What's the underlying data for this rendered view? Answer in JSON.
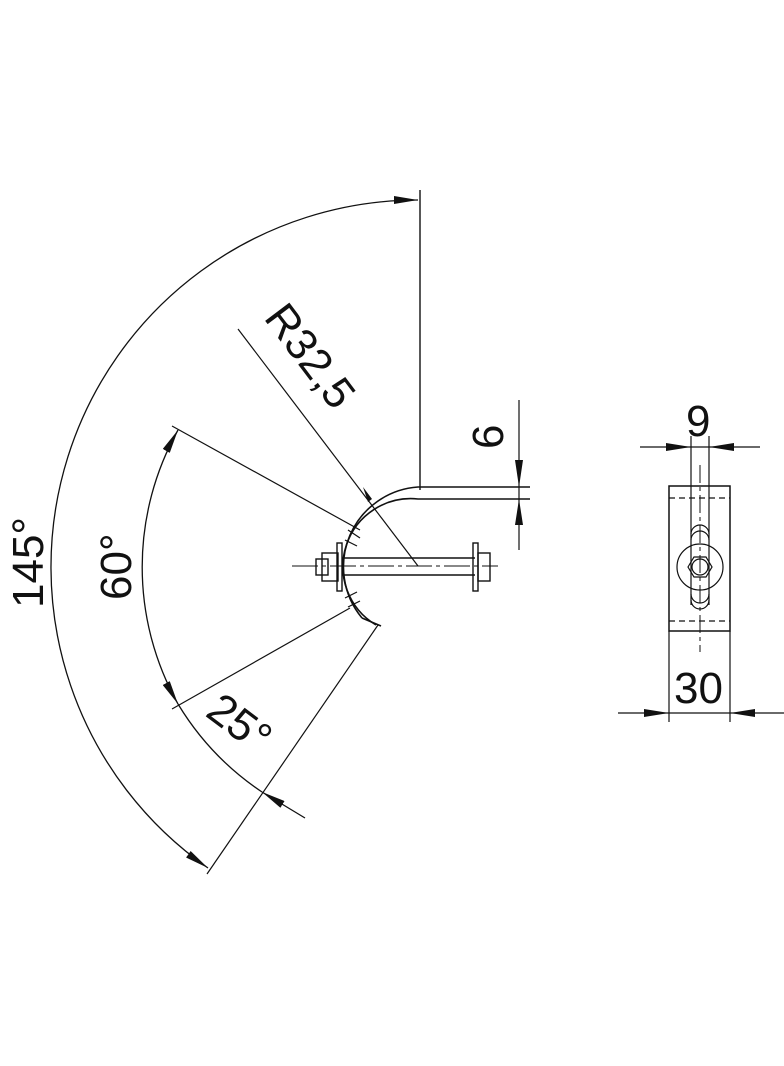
{
  "drawing": {
    "views": {
      "side_view": {
        "dimensions": {
          "total_angle": "145°",
          "inner_angle": "60°",
          "opening_angle": "25°",
          "radius": "R32,5",
          "thickness": "6"
        }
      },
      "front_view": {
        "dimensions": {
          "slot_width": "9",
          "strap_width": "30"
        }
      }
    },
    "colors": {
      "line": "#111111",
      "background": "#ffffff"
    }
  }
}
